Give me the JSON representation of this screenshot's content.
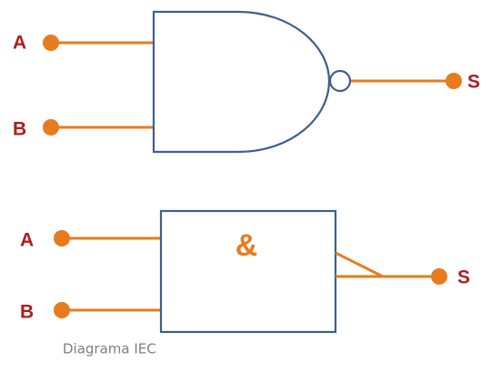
{
  "colors": {
    "wire": "#e87b1e",
    "gate_outline": "#3f5f8f",
    "label": "#b01c1c",
    "symbol": "#e87b1e",
    "caption": "#7f7f7f",
    "background": "#ffffff"
  },
  "nand_gate": {
    "input_a_label": "A",
    "input_b_label": "B",
    "output_label": "S"
  },
  "iec_gate": {
    "input_a_label": "A",
    "input_b_label": "B",
    "output_label": "S",
    "symbol": "&",
    "caption": "Diagrama IEC"
  }
}
